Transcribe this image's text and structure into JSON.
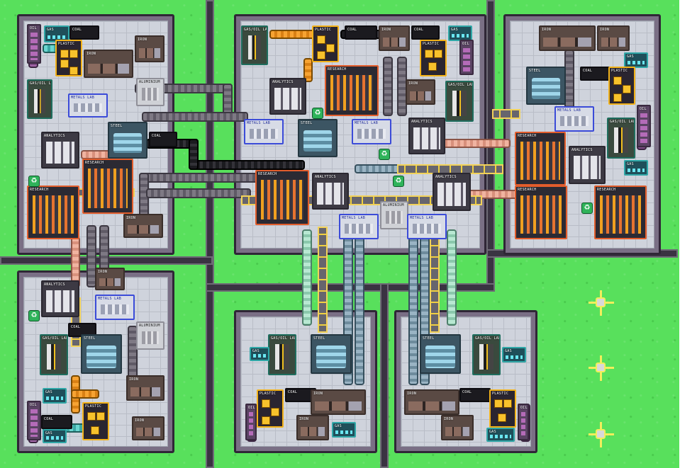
{
  "labels": {
    "oil": "OIL",
    "gas": "GAS",
    "coal": "COAL",
    "plastic": "PLASTIC",
    "iron": "IRON",
    "steel": "STEEL",
    "aluminium": "ALUMINIUM",
    "metals_lab": "METALS LAB",
    "gas_oil_lab": "GAS/OIL LAB",
    "analytics": "ANALYTICS",
    "research": "RESEARCH"
  },
  "icons": {
    "recycle": "recycle-icon",
    "marker": "placement-marker-icon"
  },
  "colors": {
    "grass": "#58e05c",
    "road": "#3a3342",
    "plastic_accent": "#f2b21a",
    "research_accent": "#e25d2c",
    "metals_lab_accent": "#3b4bd8",
    "gas_accent": "#2fa7a7"
  }
}
